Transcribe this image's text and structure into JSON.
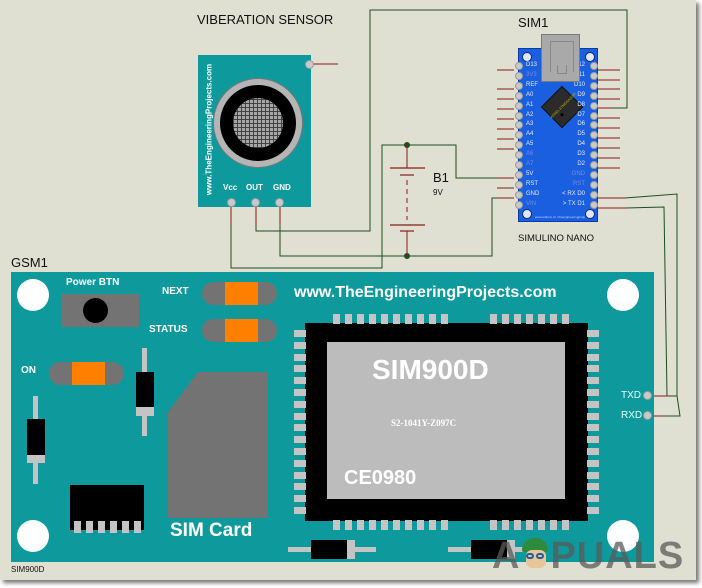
{
  "sensor": {
    "title": "VIBERATION SENSOR",
    "side_text": "www.TheEngineeringProjects.com",
    "pins": [
      "Vcc",
      "OUT",
      "GND"
    ]
  },
  "arduino": {
    "ref": "SIM1",
    "name": "SIMULINO NANO",
    "chip_text": "ATMEL ATMEGA328P",
    "footer_text": "www.arduino.cc / theengineeringprojects.blogspot.com",
    "left_pins": [
      "D13",
      "3V3",
      "REF",
      "A0",
      "A1",
      "A2",
      "A3",
      "A4",
      "A5",
      "A6",
      "A7",
      "5V",
      "RST",
      "GND",
      "VIN"
    ],
    "right_pins": [
      "D12",
      "D11",
      "D10",
      "D9",
      "D8",
      "D7",
      "D6",
      "D5",
      "D4",
      "D3",
      "D2",
      "GND",
      "RST",
      "< RX D0",
      "> TX D1"
    ]
  },
  "battery": {
    "ref": "B1",
    "value": "9V"
  },
  "gsm": {
    "ref": "GSM1",
    "model_label": "SIM900D",
    "power_btn": "Power BTN",
    "next": "NEXT",
    "status": "STATUS",
    "on": "ON",
    "website": "www.TheEngineeringProjects.com",
    "chip_title": "SIM900D",
    "chip_serial": "S2-1041Y-Z097C",
    "chip_ce": "CE0980",
    "sim_card": "SIM Card",
    "txd": "TXD",
    "rxd": "RXD"
  },
  "watermark": {
    "text_left": "A",
    "text_right": "PUALS"
  },
  "colors": {
    "background": "#dfdfd2",
    "board_teal": "#0e9a9d",
    "nano_blue": "#1a5fe0",
    "wire_green": "#1f4f1f",
    "pin_red": "#8b1a1a",
    "led_orange": "#ff8000"
  }
}
